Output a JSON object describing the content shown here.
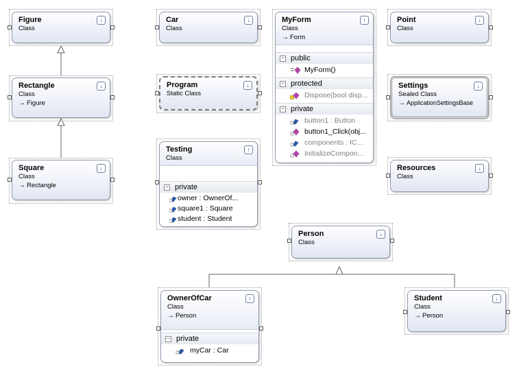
{
  "colors": {
    "connector": "#636363",
    "header_gradient_end": "#e2e6f2",
    "field_icon": "#2a5db0",
    "method_icon": "#b845b0"
  },
  "figure": {
    "name": "Figure",
    "kind": "Class"
  },
  "rectangle": {
    "name": "Rectangle",
    "kind": "Class",
    "base": "Figure"
  },
  "square": {
    "name": "Square",
    "kind": "Class",
    "base": "Rectangle"
  },
  "car": {
    "name": "Car",
    "kind": "Class"
  },
  "program": {
    "name": "Program",
    "kind": "Static Class"
  },
  "testing": {
    "name": "Testing",
    "kind": "Class",
    "section": "private",
    "fields": [
      "owner : OwnerOf...",
      "square1 : Square",
      "student : Student"
    ]
  },
  "myform": {
    "name": "MyForm",
    "kind": "Class",
    "base": "Form",
    "public_label": "public",
    "public_members": [
      "MyForm()"
    ],
    "protected_label": "protected",
    "protected_members": [
      "Dispose(bool disp..."
    ],
    "private_label": "private",
    "private_members": [
      "button1 : Button",
      "button1_Click(obj...",
      "components : IC...",
      "InitializeCompon..."
    ]
  },
  "point": {
    "name": "Point",
    "kind": "Class"
  },
  "settings": {
    "name": "Settings",
    "kind": "Sealed Class",
    "base": "ApplicationSettingsBase"
  },
  "resources": {
    "name": "Resources",
    "kind": "Class"
  },
  "person": {
    "name": "Person",
    "kind": "Class"
  },
  "ownerofcar": {
    "name": "OwnerOfCar",
    "kind": "Class",
    "base": "Person",
    "section": "private",
    "fields": [
      "myCar : Car"
    ]
  },
  "student": {
    "name": "Student",
    "kind": "Class",
    "base": "Person"
  },
  "icons": {
    "collapse": "double-chevron-up-icon",
    "expand": "double-chevron-down-icon",
    "inherit": "arrow-right-icon"
  }
}
